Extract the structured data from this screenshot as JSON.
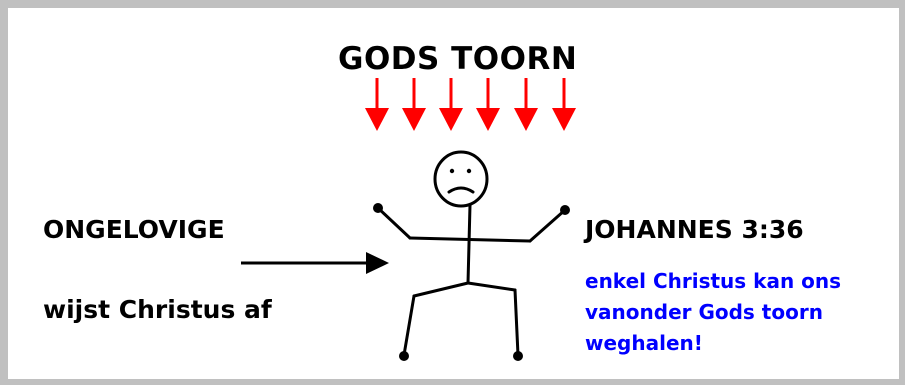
{
  "title": "GODS TOORN",
  "left": {
    "label": "ONGELOVIGE",
    "sub": "wijst Christus af"
  },
  "right": {
    "label": "JOHANNES 3:36",
    "verse_lines": [
      "enkel Christus kan ons",
      "vanonder Gods toorn",
      "weghalen!"
    ]
  },
  "colors": {
    "wrath_arrows": "#ff0000",
    "verse_text": "#0000ff",
    "frame": "#c0c0c0"
  },
  "icons": {
    "figure": "sad-stick-figure-icon",
    "wrath": "down-arrow-icon",
    "pointer": "right-arrow-icon"
  }
}
